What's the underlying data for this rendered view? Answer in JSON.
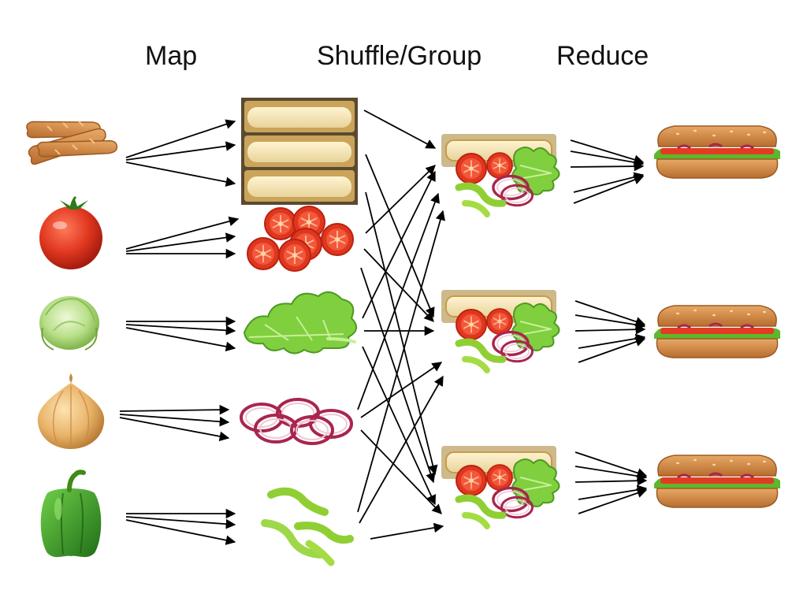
{
  "stages": {
    "map": "Map",
    "shuffle": "Shuffle/Group",
    "reduce": "Reduce"
  },
  "ingredients": [
    {
      "name": "bread",
      "icon": "baguette-icon"
    },
    {
      "name": "tomato",
      "icon": "tomato-icon"
    },
    {
      "name": "lettuce",
      "icon": "lettuce-icon"
    },
    {
      "name": "onion",
      "icon": "onion-icon"
    },
    {
      "name": "pepper",
      "icon": "pepper-icon"
    }
  ],
  "mapped_outputs": [
    {
      "name": "sliced-bread",
      "icon": "sliced-bread-icon"
    },
    {
      "name": "tomato-slices",
      "icon": "tomato-slices-icon"
    },
    {
      "name": "lettuce-leaves",
      "icon": "lettuce-leaves-icon"
    },
    {
      "name": "onion-rings",
      "icon": "onion-rings-icon"
    },
    {
      "name": "pepper-strips",
      "icon": "pepper-strips-icon"
    }
  ],
  "groups": [
    {
      "name": "group-1",
      "icon": "ingredient-group-icon"
    },
    {
      "name": "group-2",
      "icon": "ingredient-group-icon"
    },
    {
      "name": "group-3",
      "icon": "ingredient-group-icon"
    }
  ],
  "results": [
    {
      "name": "sandwich-1",
      "icon": "sandwich-icon"
    },
    {
      "name": "sandwich-2",
      "icon": "sandwich-icon"
    },
    {
      "name": "sandwich-3",
      "icon": "sandwich-icon"
    }
  ],
  "colors": {
    "arrow": "#000000",
    "bread": "#d9862e",
    "tomato": "#e0361f",
    "lettuce": "#7fcf3f",
    "onion": "#b02e5a",
    "pepper": "#3f9a2a"
  }
}
